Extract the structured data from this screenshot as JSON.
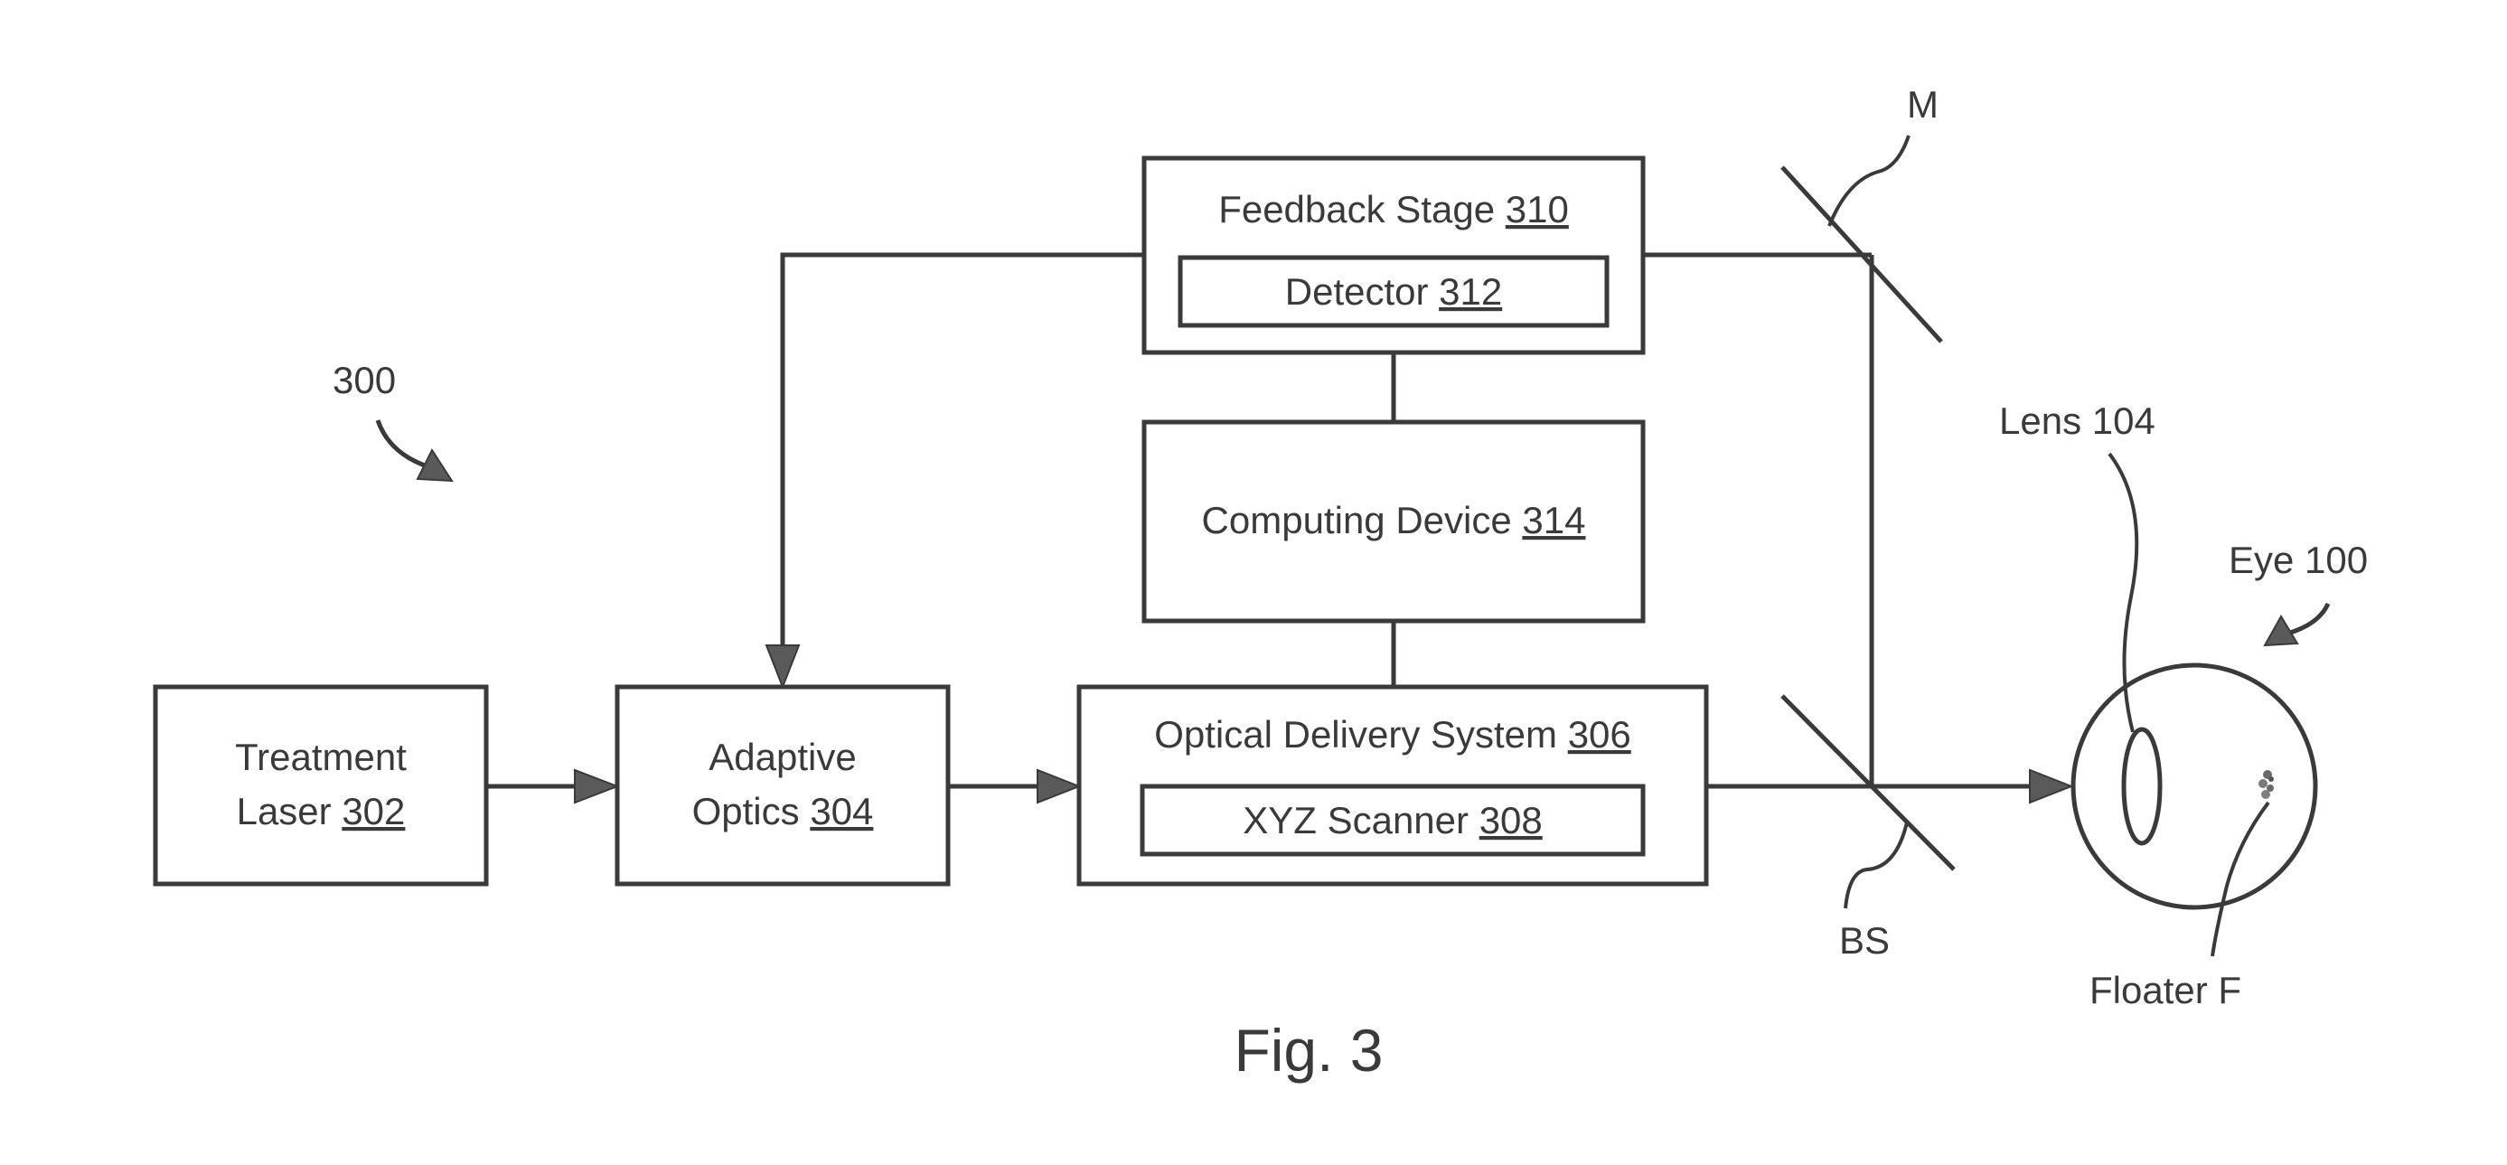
{
  "figure": {
    "ref_number": "300",
    "caption": "Fig. 3"
  },
  "blocks": {
    "feedback_stage": {
      "name": "Feedback Stage ",
      "num": "310"
    },
    "detector": {
      "name": "Detector ",
      "num": "312"
    },
    "computing_device": {
      "name": "Computing Device ",
      "num": "314"
    },
    "treatment_laser": {
      "line1": "Treatment",
      "line2": "Laser  ",
      "num": "302"
    },
    "adaptive_optics": {
      "line1": "Adaptive",
      "line2": "Optics  ",
      "num": "304"
    },
    "optical_delivery": {
      "name": "Optical Delivery System  ",
      "num": "306"
    },
    "xyz_scanner": {
      "name": "XYZ Scanner ",
      "num": "308"
    }
  },
  "labels": {
    "mirror": "M",
    "beam_splitter": "BS",
    "lens": "Lens 104",
    "eye": "Eye 100",
    "floater": "Floater F"
  }
}
